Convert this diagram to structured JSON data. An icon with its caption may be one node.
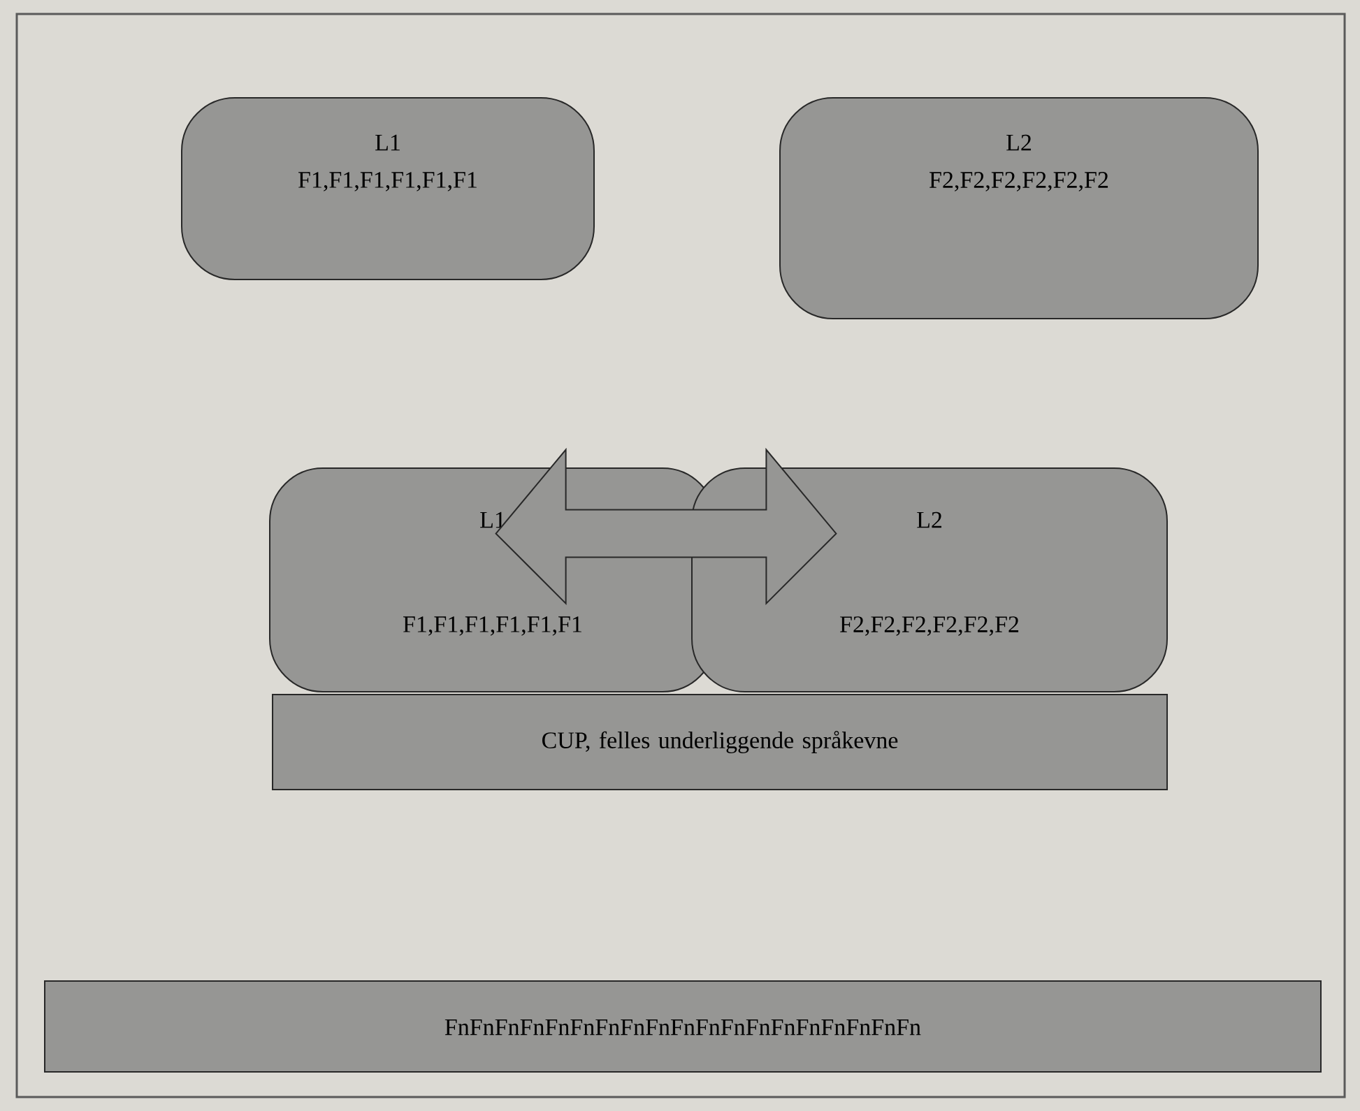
{
  "diagram": {
    "nodes": [
      {
        "text": [
          "L1",
          "F1,F1,F1,F1,F1,F1"
        ]
      },
      {
        "text": [
          "L2",
          "F2,F2,F2,F2,F2,F2"
        ]
      },
      {
        "text": [
          "L1",
          "F1,F1,F1,F1,F1,F1"
        ]
      },
      {
        "text": [
          "L2",
          "F2,F2,F2,F2,F2,F2"
        ]
      },
      {
        "text": [
          "CUP, felles underliggende språkevne"
        ]
      },
      {
        "text": [
          "FnFnFnFnFnFnFnFnFnFnFnFnFnFnFnFnFnFnFn"
        ]
      }
    ],
    "edges": [
      {
        "from": 2,
        "to": 3,
        "arrow": "both",
        "style": "thick"
      }
    ]
  }
}
